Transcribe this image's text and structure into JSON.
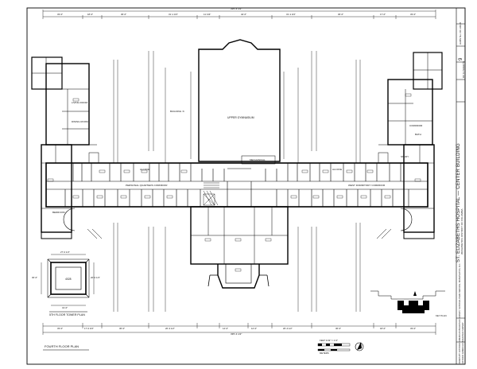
{
  "title_block": {
    "building_title": "ST. ELIZABETHS HOSPITAL — CENTER BUILDING",
    "location": "WASHINGTON, DISTRICT OF COLUMBIA",
    "sheet_no": "9",
    "of_sheets": "OF 11 SHEETS",
    "record_no": "HABS No. DC-349-B",
    "credit_line": "DRAWN BY: HISTORIC AMERICAN BUILDINGS SURVEY, NATIONAL PARK SERVICE, WASHINGTON, D.C.",
    "survey_line": "HISTORIC AMERICAN BUILDINGS SURVEY"
  },
  "drawing_titles": {
    "main_plan": "FOURTH FLOOR PLAN",
    "tower_plan": "5TH FLOOR TOWER PLAN",
    "key_plan": "KEY PLAN",
    "scale_note": "FEET  1/32\" = 1'-0\"",
    "metric_note": "METERS"
  },
  "rooms": {
    "upper_gymnasium": "UPPER GYMNASIUM",
    "mechanical": "MECHANICAL",
    "personal_quarters_corridor": "PERSONAL QUARTERS CORRIDOR",
    "west_corridor": "WEST DORMITORY CORRIDOR",
    "alcove_left": "ALCOVE",
    "alcove_right": "ALCOVE",
    "living_room": "LIVING ROOM",
    "dining_room": "DINING ROOM",
    "corridor_right": "CORRIDOR",
    "study": "STUDY",
    "bedroom": "BEDROOM",
    "bath": "BATH",
    "tower_room": "4028",
    "building_label": "BUILDING 'A'"
  },
  "dimensions_top": [
    "33'-0\"",
    "18'-0\"",
    "36'-0\"",
    "31'-1 3/4\"",
    "11'-3/4\"",
    "42'-0\"",
    "31'-1 3/4\"",
    "36'-0\"",
    "17'-0\"",
    "33'-0\""
  ],
  "dimension_overall_top": "335'-4 1/2\"",
  "dimensions_bottom": [
    "33'-0\"",
    "17'-0 3/4\"",
    "36'-0\"",
    "20'-4 1/2\"",
    "14'-0\"",
    "12'-0\"",
    "20'-4 1/2\"",
    "36'-0\"",
    "18'-0\"",
    "33'-0\""
  ],
  "dimension_overall_bottom": "335'-4 1/2\"",
  "tower_dims": [
    "27'-0 1/4\"",
    "31'-0\"",
    "30'-0\"",
    "20'-0 1/4\""
  ]
}
